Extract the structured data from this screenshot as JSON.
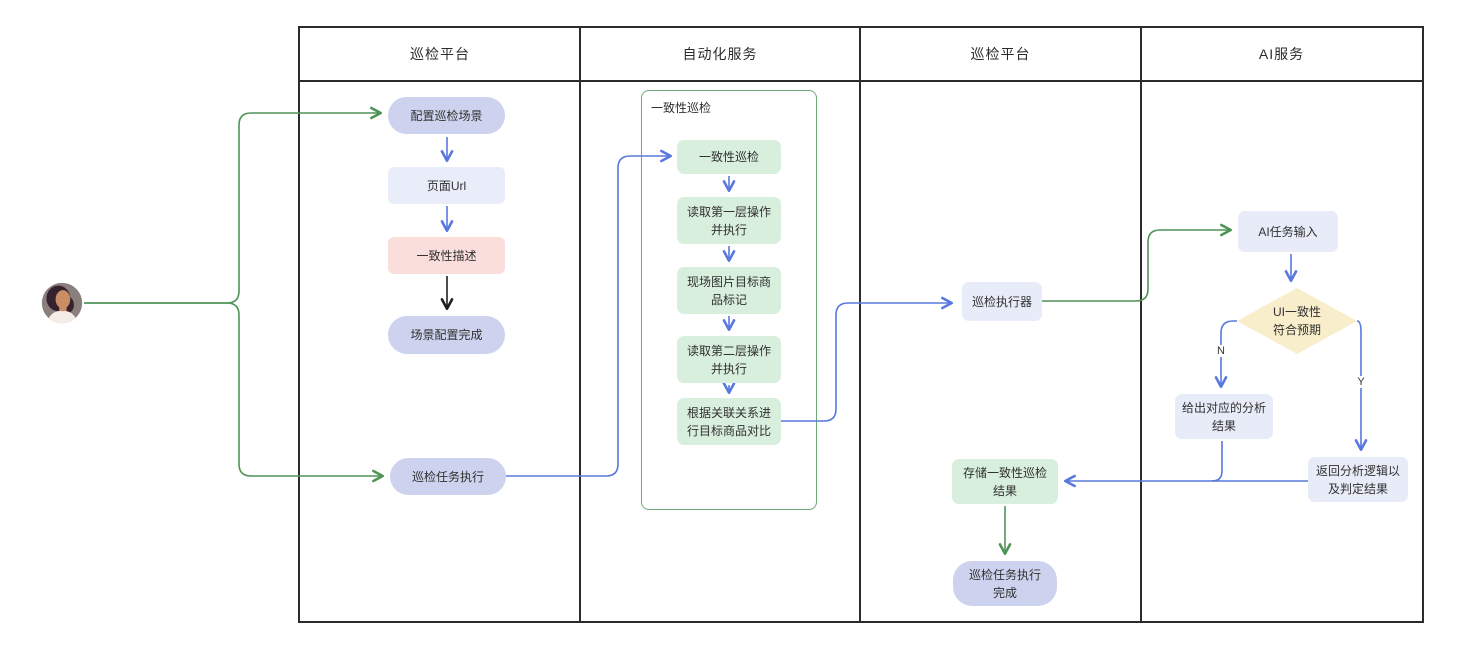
{
  "diagram": {
    "lanes": [
      {
        "label": "巡检平台"
      },
      {
        "label": "自动化服务"
      },
      {
        "label": "巡检平台"
      },
      {
        "label": "AI服务"
      }
    ],
    "group": {
      "label": "一致性巡检"
    },
    "nodes": {
      "cfg_scene": "配置巡检场景",
      "page_url": "页面Url",
      "consistency_desc": "一致性描述",
      "scene_done": "场景配置完成",
      "task_exec": "巡检任务执行",
      "g1": "一致性巡检",
      "g2": "读取第一层操作\n并执行",
      "g3": "现场图片目标商\n品标记",
      "g4": "读取第二层操作\n并执行",
      "g5": "根据关联关系进\n行目标商品对比",
      "executor": "巡检执行器",
      "store": "存储一致性巡检\n结果",
      "done": "巡检任务执行\n完成",
      "ai_input": "AI任务输入",
      "decision": "UI一致性\n符合预期",
      "n_result": "给出对应的分析\n结果",
      "y_result": "返回分析逻辑以\n及判定结果"
    },
    "edge_labels": {
      "no": "N",
      "yes": "Y"
    },
    "colors": {
      "green_line": "#4f9457",
      "blue_line": "#5878de",
      "black_line": "#1f1f1f",
      "stadium_fill": "#cdd3ee",
      "light_rect_fill": "#e9edfa",
      "pink_fill": "#f9dedb",
      "green_fill": "#d9efdd",
      "blue_rect_fill": "#e8ecf8",
      "diamond_fill": "#f8eecb",
      "group_border": "#6fa877",
      "table_border": "#2b2b2b"
    }
  }
}
